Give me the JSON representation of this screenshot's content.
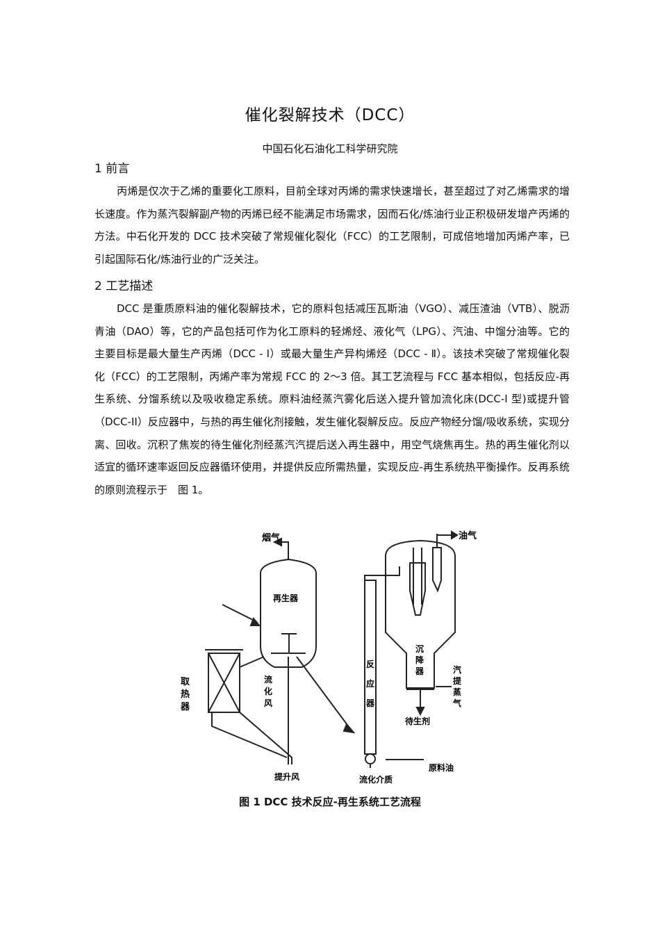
{
  "document": {
    "title": "催化裂解技术（DCC）",
    "organization": "中国石化石油化工科学研究院",
    "section1": {
      "heading": "1  前言",
      "paragraph": "丙烯是仅次于乙烯的重要化工原料，目前全球对丙烯的需求快速增长，甚至超过了对乙烯需求的增长速度。作为蒸汽裂解副产物的丙烯已经不能满足市场需求，因而石化/炼油行业正积极研发增产丙烯的方法。中石化开发的 DCC 技术突破了常规催化裂化（FCC）的工艺限制，可成倍地增加丙烯产率，已引起国际石化/炼油行业的广泛关注。"
    },
    "section2": {
      "heading": "2  工艺描述",
      "paragraph": "DCC 是重质原料油的催化裂解技术，它的原料包括减压瓦斯油（VGO）、减压渣油（VTB）、脱沥青油（DAO）等，它的产品包括可作为化工原料的轻烯烃、液化气（LPG）、汽油、中馏分油等。它的主要目标是最大量生产丙烯（DCC - Ⅰ）或最大量生产异构烯烃（DCC - Ⅱ）。该技术突破了常规催化裂化（FCC）的工艺限制，丙烯产率为常规 FCC 的 2～3 倍。其工艺流程与 FCC 基本相似，包括反应-再生系统、分馏系统以及吸收稳定系统。原料油经蒸汽雾化后送入提升管加流化床(DCC-I 型)或提升管（DCC-II）反应器中，与热的再生催化剂接触，发生催化裂解反应。反应产物经分馏/吸收系统，实现分离、回收。沉积了焦炭的待生催化剂经蒸汽汽提后送入再生器中，用空气烧焦再生。热的再生催化剂以适宜的循环速率返回反应器循环使用，并提供反应所需热量，实现反应-再生系统热平衡操作。反再系统的原则流程示于　图 1。"
    },
    "figure": {
      "caption": "图 1  DCC 技术反应-再生系统工艺流程",
      "labels": {
        "flue_gas": "烟气",
        "oil_gas": "油气",
        "regenerator": "再生器",
        "heat_remover": "取热器",
        "fluidizing_air": "流化风",
        "reactor": "反应器",
        "settler": "沉降器",
        "stripping_steam": "汽提蒸气",
        "spent_catalyst": "待生剂",
        "lift_air": "提升风",
        "fluidizing_medium": "流化介质",
        "feed_oil": "原料油"
      }
    }
  }
}
